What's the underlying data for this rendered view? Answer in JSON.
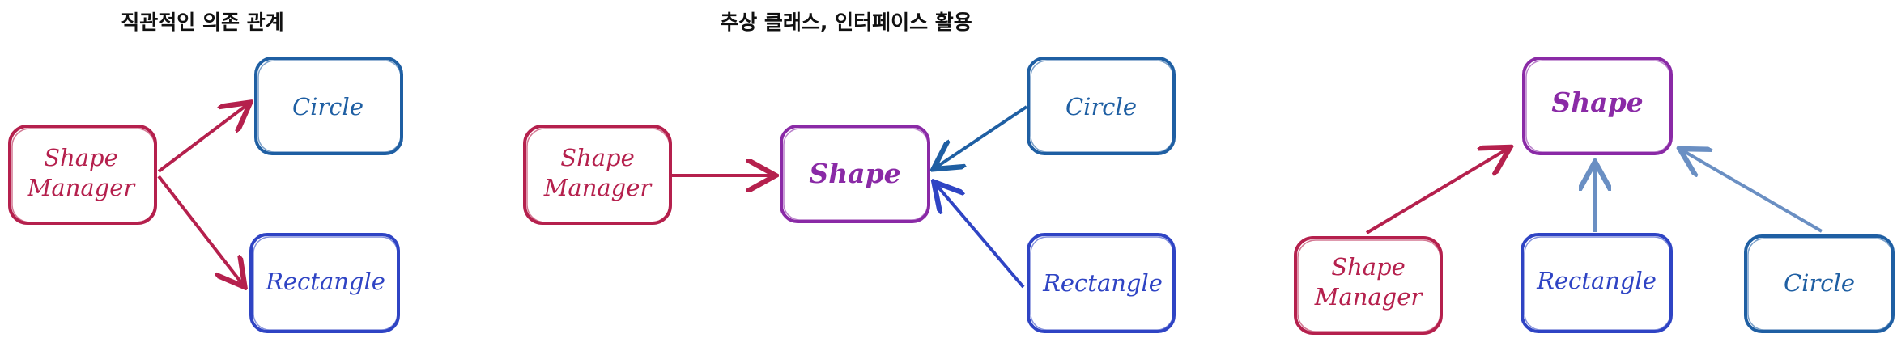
{
  "colors": {
    "manager": "#b5204d",
    "circle": "#1f5fa3",
    "rectangle": "#2f44c4",
    "shape": "#8a2aa6",
    "arrow_manager": "#b5204d",
    "arrow_circle": "#1f5fa3",
    "arrow_rectangle": "#2f44c4",
    "arrow_light": "#6a8fc3"
  },
  "panels": [
    {
      "title": "직관적인 의존 관계",
      "nodes": {
        "manager": [
          "Shape",
          "Manager"
        ],
        "circle": "Circle",
        "rectangle": "Rectangle"
      }
    },
    {
      "title": "추상 클래스, 인터페이스 활용",
      "nodes": {
        "manager": [
          "Shape",
          "Manager"
        ],
        "shape": "Shape",
        "circle": "Circle",
        "rectangle": "Rectangle"
      }
    },
    {
      "title": "",
      "nodes": {
        "shape": "Shape",
        "manager": [
          "Shape",
          "Manager"
        ],
        "rectangle": "Rectangle",
        "circle": "Circle"
      }
    }
  ]
}
